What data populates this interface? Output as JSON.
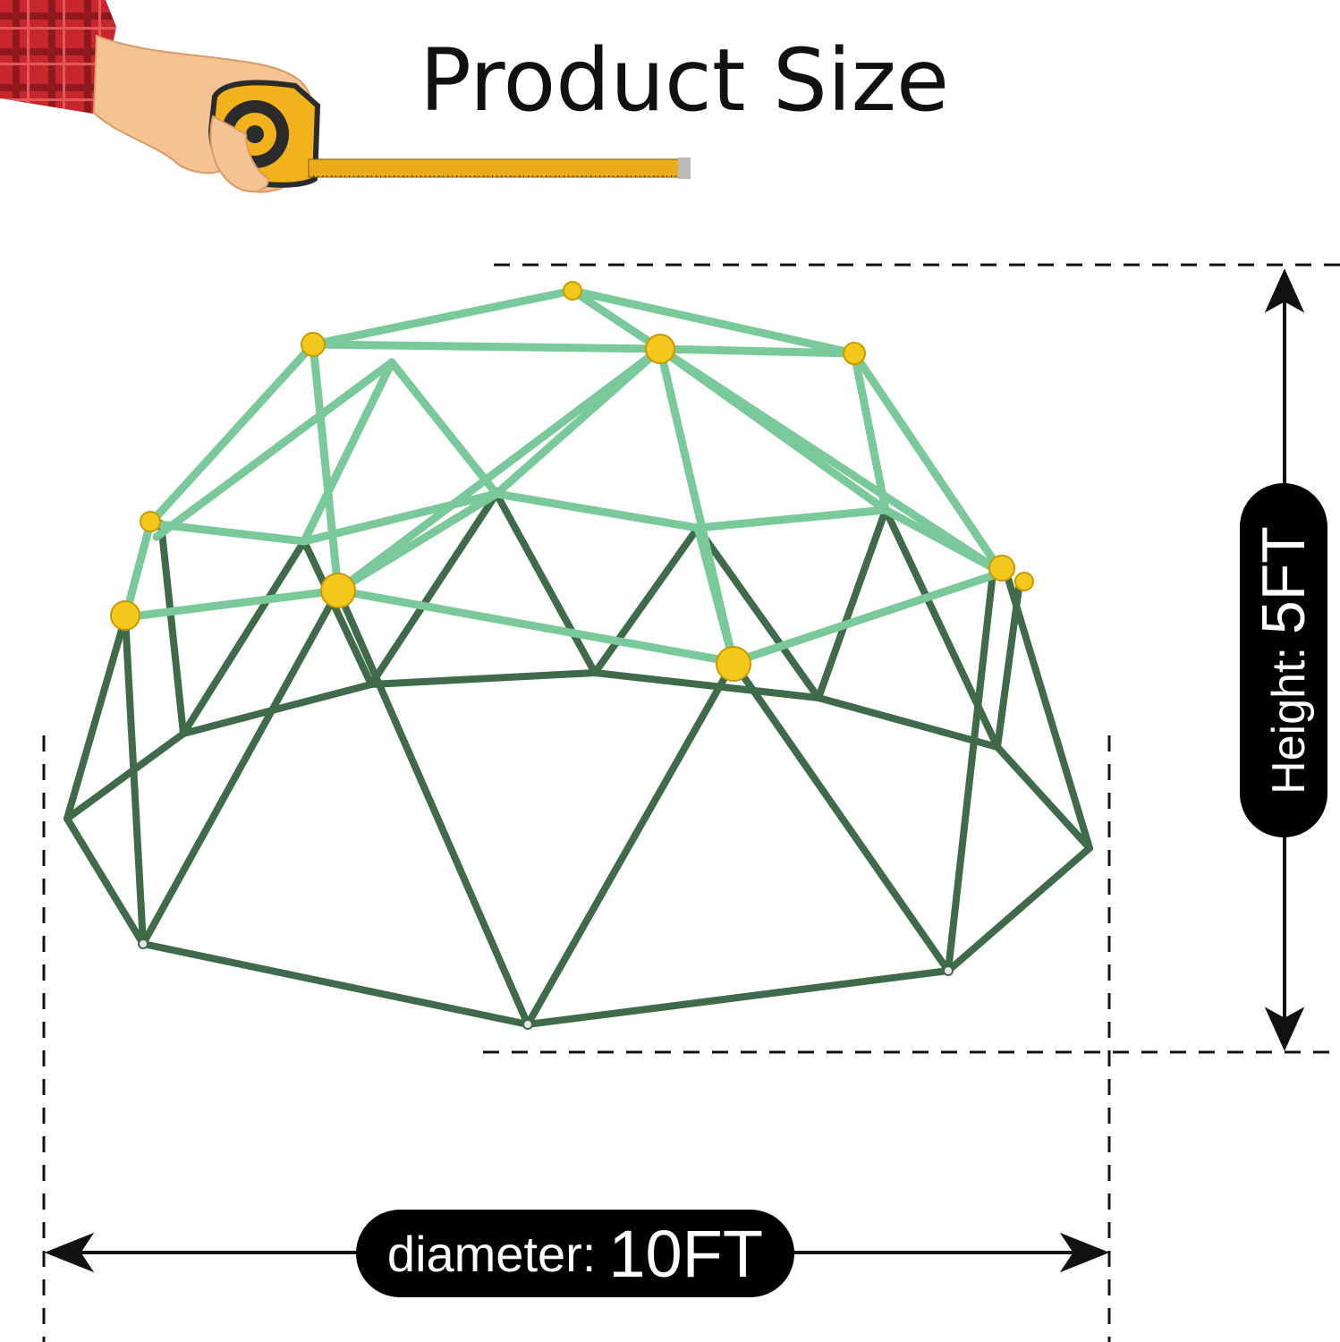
{
  "title": "Product Size",
  "height": {
    "label": "Height:",
    "value": "5FT"
  },
  "diameter": {
    "label": "diameter:",
    "value": "10FT"
  },
  "colors": {
    "dome_upper": "#79c99a",
    "dome_lower": "#3f6b4a",
    "connector": "#f3c81c",
    "tape_body": "#f2b21c",
    "tape_ruler": "#e5a81a",
    "sleeve": "#c8262d",
    "skin": "#f4c393",
    "pill": "#000000",
    "guide_line": "#000000"
  },
  "icons": {
    "measuring_tape": "measuring-tape-icon"
  }
}
